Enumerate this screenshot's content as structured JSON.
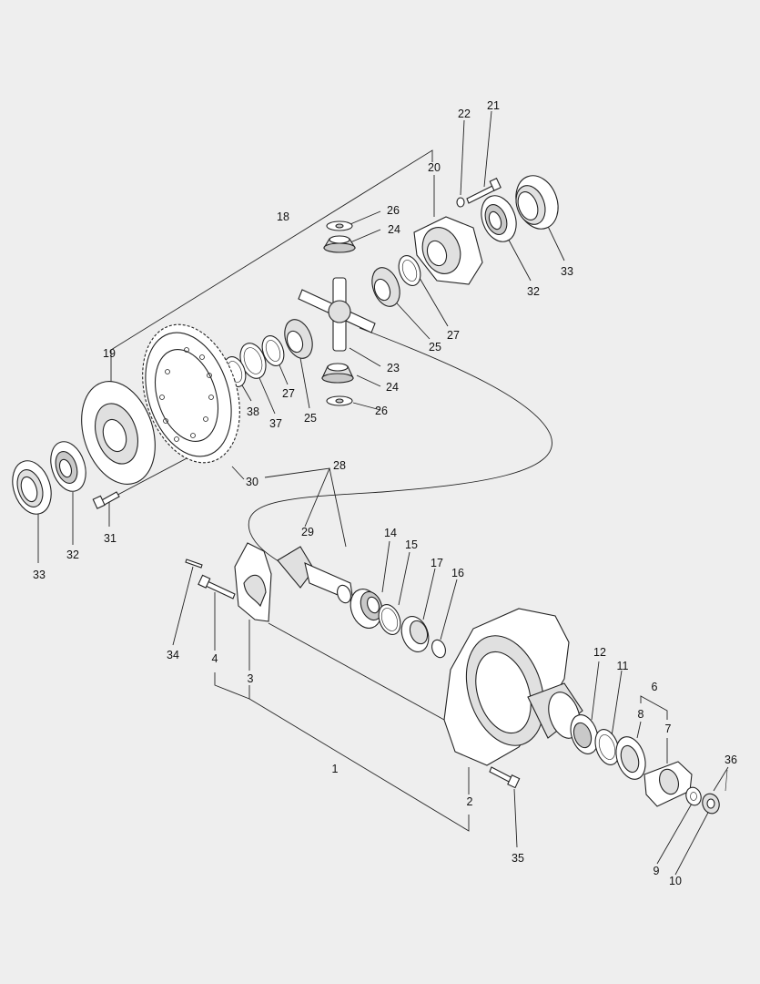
{
  "callouts": {
    "c1": "1",
    "c2": "2",
    "c3": "3",
    "c4": "4",
    "c6": "6",
    "c7": "7",
    "c8": "8",
    "c9": "9",
    "c10": "10",
    "c11": "11",
    "c12": "12",
    "c14": "14",
    "c15": "15",
    "c16": "16",
    "c17": "17",
    "c18": "18",
    "c19": "19",
    "c20": "20",
    "c21": "21",
    "c22": "22",
    "c23": "23",
    "c24a": "24",
    "c24b": "24",
    "c25a": "25",
    "c25b": "25",
    "c26a": "26",
    "c26b": "26",
    "c27a": "27",
    "c27b": "27",
    "c28": "28",
    "c29": "29",
    "c30": "30",
    "c31": "31",
    "c32a": "32",
    "c32b": "32",
    "c33a": "33",
    "c33b": "33",
    "c34": "34",
    "c35": "35",
    "c36": "36",
    "c37": "37",
    "c38": "38"
  }
}
